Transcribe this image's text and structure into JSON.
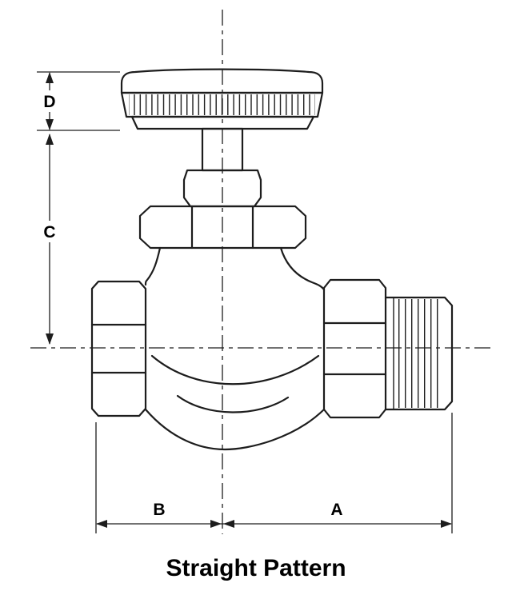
{
  "page": {
    "background_color": "#ffffff",
    "line_color": "#1d1d1d"
  },
  "diagram": {
    "caption": "Straight Pattern",
    "type_note": "technical-line-drawing-of-straight-pattern-valve",
    "labels": {
      "d": "D",
      "c": "C",
      "b": "B",
      "a": "A"
    }
  }
}
